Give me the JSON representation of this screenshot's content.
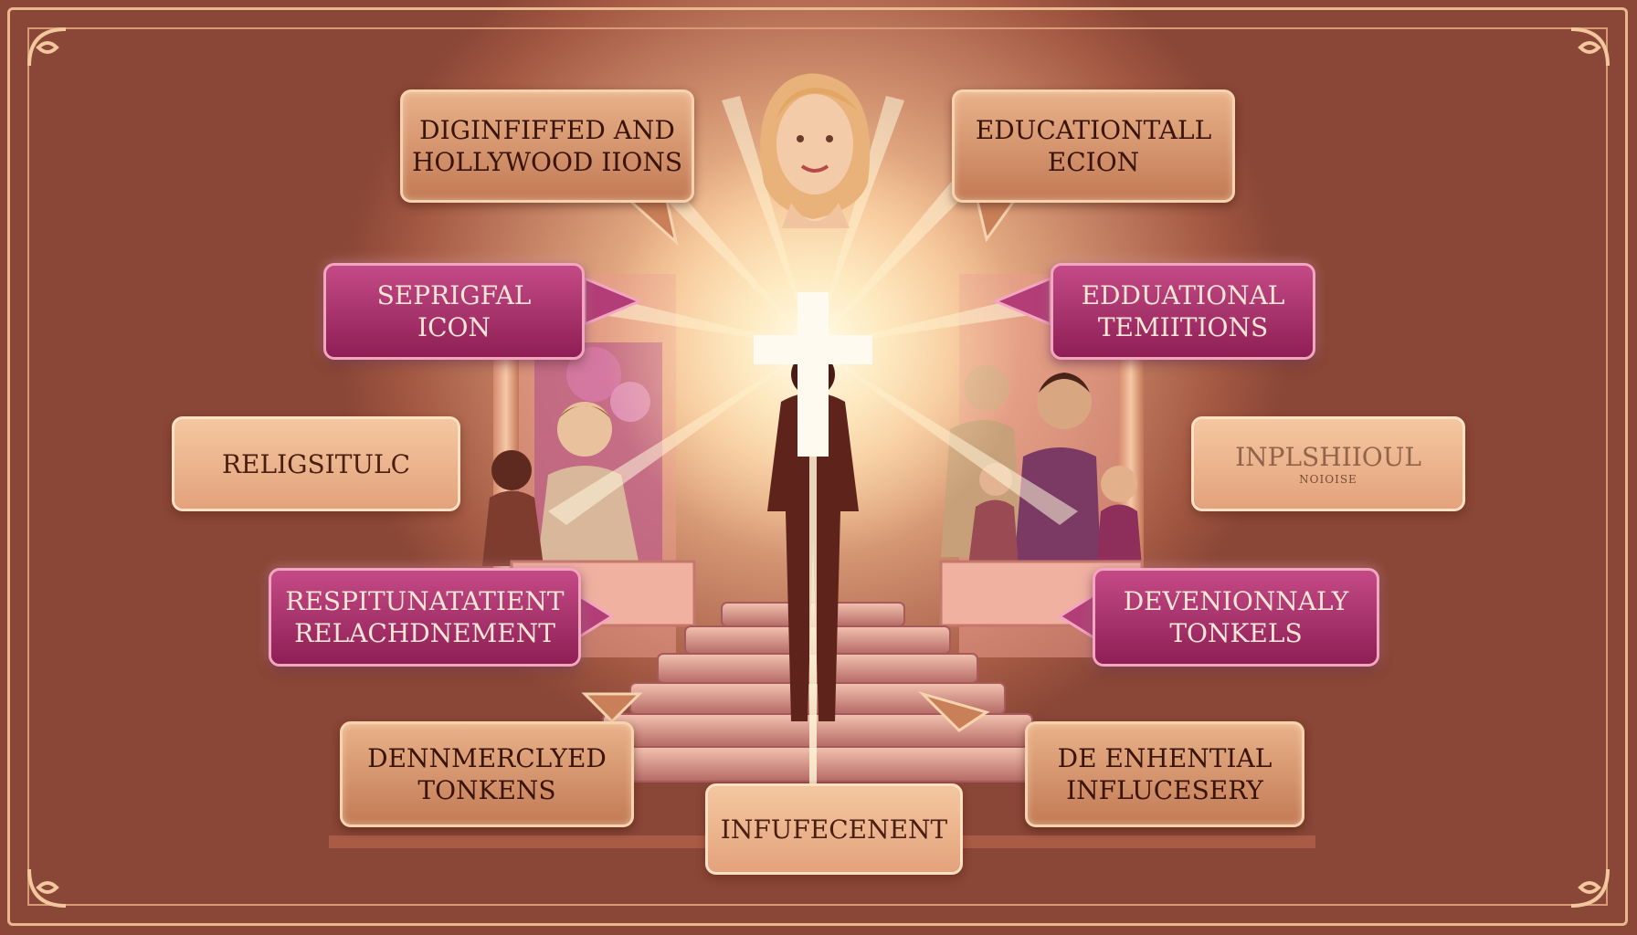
{
  "colors": {
    "frame": "#e9b88e",
    "tan_box": "#c27a55",
    "magenta_box": "#a8306c",
    "glow": "#fff3d6",
    "cross": "#fffaf0"
  },
  "boxes": {
    "top_left": {
      "line1": "DIGINFIFFED AND",
      "line2": "HOLLYWOOD IIONS"
    },
    "top_right": {
      "line1": "EDUCATIONTALL",
      "line2": "ECION"
    },
    "upper_left": {
      "line1": "SEPRIGFAL",
      "line2": "ICON"
    },
    "upper_right": {
      "line1": "EDDUATIONAL",
      "line2": "TEMIITIONS"
    },
    "mid_left": {
      "line1": "RELIGSITULC"
    },
    "mid_right": {
      "line1": "INPLSHIIOUL",
      "line2": "NOIOISE"
    },
    "lower_left": {
      "line1": "RESPITUNATATIENT",
      "line2": "RELACHDNEMENT"
    },
    "lower_right": {
      "line1": "DEVENIONNALY",
      "line2": "TONKELS"
    },
    "bottom_left": {
      "line1": "DENNMERCLYED",
      "line2": "TONKENS"
    },
    "bottom_right": {
      "line1": "DE ENHENTIAL",
      "line2": "INFLUCESERY"
    },
    "bottom_center": {
      "line1": "INFUFECENENT"
    }
  },
  "icons": [
    "cross-icon",
    "corner-ornament-icon",
    "woman-portrait-icon",
    "standing-figure-icon",
    "staircase-icon",
    "speech-bubble-icon"
  ]
}
